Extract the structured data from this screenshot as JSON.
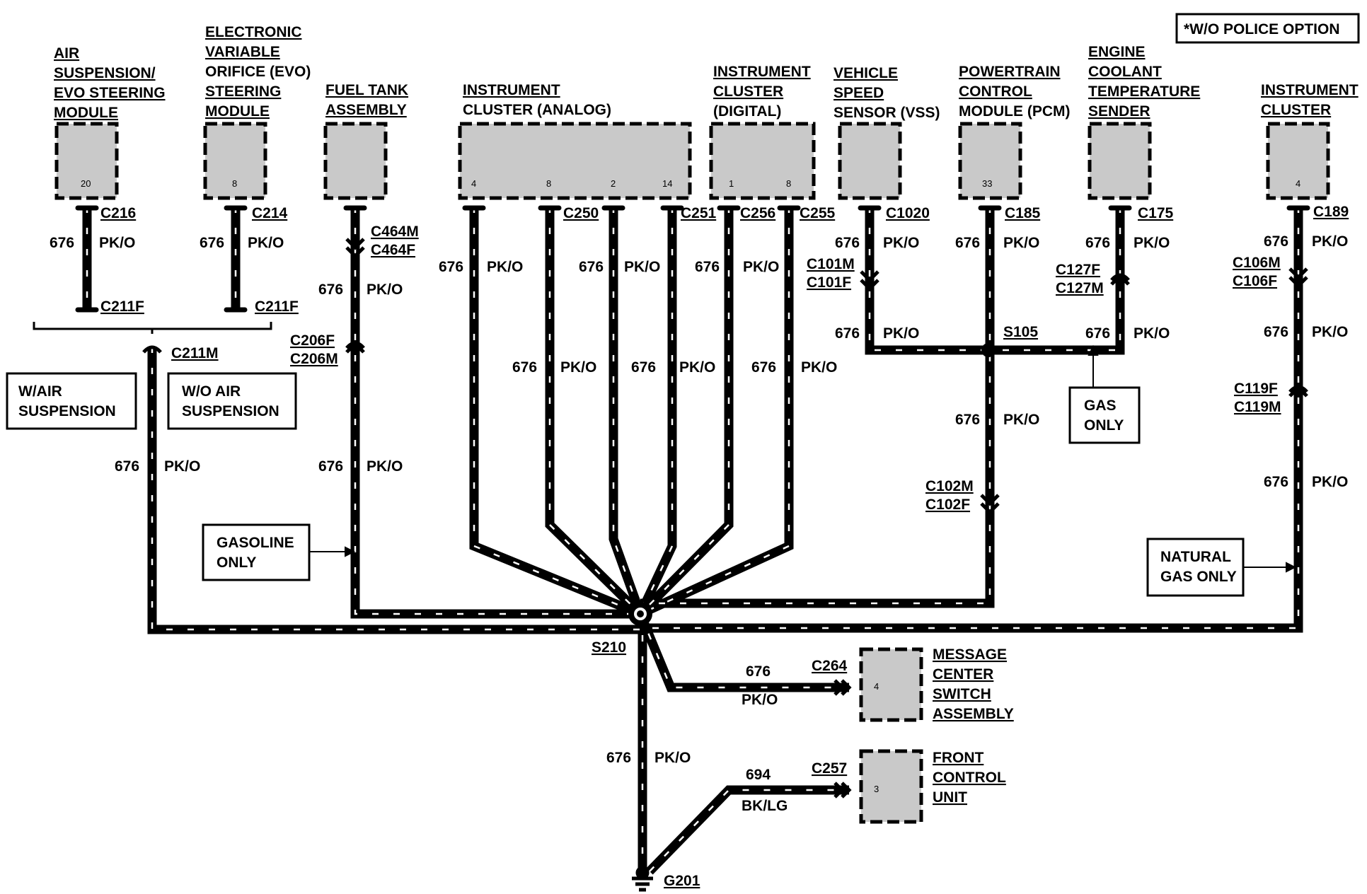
{
  "note": "*W/O POLICE OPTION",
  "components": {
    "air_susp_module": [
      "AIR",
      "SUSPENSION/",
      "EVO STEERING",
      "MODULE"
    ],
    "evo_module": [
      "ELECTRONIC",
      "VARIABLE",
      "ORIFICE (EVO)",
      "STEERING",
      "MODULE"
    ],
    "fuel_tank": [
      "FUEL TANK",
      "ASSEMBLY"
    ],
    "ic_analog": [
      "INSTRUMENT",
      "CLUSTER (ANALOG)"
    ],
    "ic_digital": [
      "INSTRUMENT",
      "CLUSTER",
      "(DIGITAL)"
    ],
    "vss": [
      "VEHICLE",
      "SPEED",
      "SENSOR (VSS)"
    ],
    "pcm": [
      "POWERTRAIN",
      "CONTROL",
      "MODULE (PCM)"
    ],
    "ect": [
      "ENGINE",
      "COOLANT",
      "TEMPERATURE",
      "SENDER"
    ],
    "ic_right": [
      "INSTRUMENT",
      "CLUSTER"
    ],
    "msg_center": [
      "MESSAGE",
      "CENTER",
      "SWITCH",
      "ASSEMBLY"
    ],
    "fcu": [
      "FRONT",
      "CONTROL",
      "UNIT"
    ]
  },
  "pins": {
    "air_susp": "20",
    "evo": "8",
    "ic_analog": [
      "4",
      "8",
      "2",
      "14"
    ],
    "ic_digital": [
      "1",
      "8"
    ],
    "pcm": "33",
    "ic_right": "4",
    "msg_center": "4",
    "fcu": "3"
  },
  "connectors": {
    "c216": "C216",
    "c214": "C214",
    "c211f_a": "C211F",
    "c211f_b": "C211F",
    "c211m": "C211M",
    "c464m": "C464M",
    "c464f": "C464F",
    "c206f": "C206F",
    "c206m": "C206M",
    "c250": "C250",
    "c251": "C251",
    "c256": "C256",
    "c255": "C255",
    "c1020": "C1020",
    "c101m": "C101M",
    "c101f": "C101F",
    "c185": "C185",
    "s105": "S105",
    "c102m": "C102M",
    "c102f": "C102F",
    "c175": "C175",
    "c127f": "C127F",
    "c127m": "C127M",
    "c189": "C189",
    "c106m": "C106M",
    "c106f": "C106F",
    "c119f": "C119F",
    "c119m": "C119M",
    "s210": "S210",
    "c264": "C264",
    "c257": "C257",
    "g201": "G201"
  },
  "notes": {
    "w_air": [
      "W/AIR",
      "SUSPENSION"
    ],
    "wo_air": [
      "W/O AIR",
      "SUSPENSION"
    ],
    "gasoline": [
      "GASOLINE",
      "ONLY"
    ],
    "gas": [
      "GAS",
      "ONLY"
    ],
    "natural_gas": [
      "NATURAL",
      "GAS ONLY"
    ]
  },
  "circuit": {
    "num": "676",
    "color": "PK/O"
  },
  "ground_circuit": {
    "num": "694",
    "color": "BK/LG"
  }
}
